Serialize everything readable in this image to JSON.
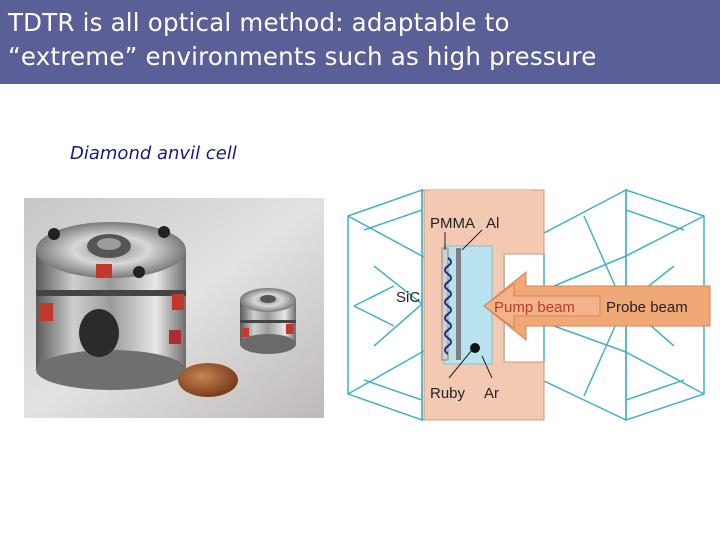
{
  "slide": {
    "title": "TDTR is all optical method: adaptable to\n“extreme” environments such as high pressure",
    "subtitle": "Diamond anvil cell"
  },
  "photo": {
    "description_icon": "diamond-anvil-cell-photo"
  },
  "diagram": {
    "labels": {
      "pmma": "PMMA",
      "al": "Al",
      "sic": "SiC",
      "pump_beam": "Pump beam",
      "probe_beam": "Probe beam",
      "ruby": "Ruby",
      "ar": "Ar"
    },
    "colors": {
      "anvil_edge": "#3fb2c9",
      "cell_fill": "#f3c9b1",
      "arrow_fill": "#f0a877",
      "pump_text": "#c0392b",
      "pressure_medium": "#b9e2ef"
    }
  },
  "colors": {
    "title_bar": "#5b5f97",
    "subtitle": "#1a1a80"
  }
}
